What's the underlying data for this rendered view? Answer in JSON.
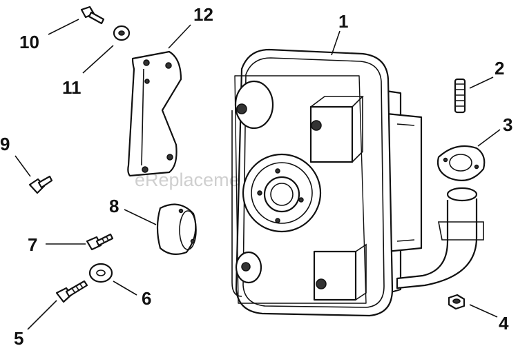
{
  "watermark": "eReplacementParts.com",
  "callouts": {
    "n1": "1",
    "n2": "2",
    "n3": "3",
    "n4": "4",
    "n5": "5",
    "n6": "6",
    "n7": "7",
    "n8": "8",
    "n9": "9",
    "n10": "10",
    "n11": "11",
    "n12": "12"
  }
}
